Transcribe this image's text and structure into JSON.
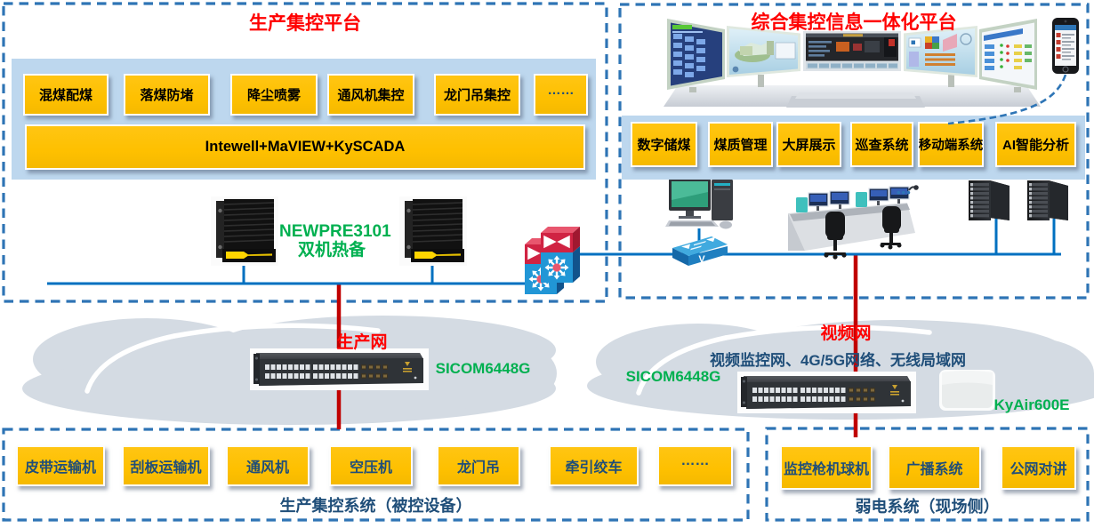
{
  "colors": {
    "box_border": "#2e74b5",
    "panel_band": "#bdd7ee",
    "button_fill": "#fec000",
    "title_red": "#ff0000",
    "line_blue": "#0070c0",
    "line_red": "#c00000",
    "text_navy": "#1f4e79",
    "text_green": "#00b050"
  },
  "boxes": {
    "production_platform": {
      "title": "生产集控平台",
      "modules": [
        "混煤配煤",
        "落煤防堵",
        "降尘喷雾",
        "通风机集控",
        "龙门吊集控",
        "……"
      ],
      "platform_bar": "Intewell+MaVIEW+KySCADA",
      "server_label_line1": "NEWPRE3101",
      "server_label_line2": "双机热备"
    },
    "integrated_platform": {
      "title": "综合集控信息一体化平台",
      "modules": [
        "数字储煤",
        "煤质管理",
        "大屏展示",
        "巡查系统",
        "移动端系统",
        "AI智能分析"
      ],
      "console_ellipsis": "•••"
    },
    "controlled_devices": {
      "title": "生产集控系统（被控设备）",
      "devices": [
        "皮带运输机",
        "刮板运输机",
        "通风机",
        "空压机",
        "龙门吊",
        "牵引绞车",
        "……"
      ]
    },
    "weak_current": {
      "title": "弱电系统（现场侧）",
      "devices": [
        "监控枪机球机",
        "广播系统",
        "公网对讲"
      ]
    }
  },
  "networks": {
    "production": {
      "name": "生产网",
      "switch_model": "SICOM6448G"
    },
    "video": {
      "name": "视频网",
      "subtitle": "视频监控网、4G/5G网络、无线局域网",
      "switch_model": "SICOM6448G",
      "ap_model": "KyAir600E"
    }
  }
}
